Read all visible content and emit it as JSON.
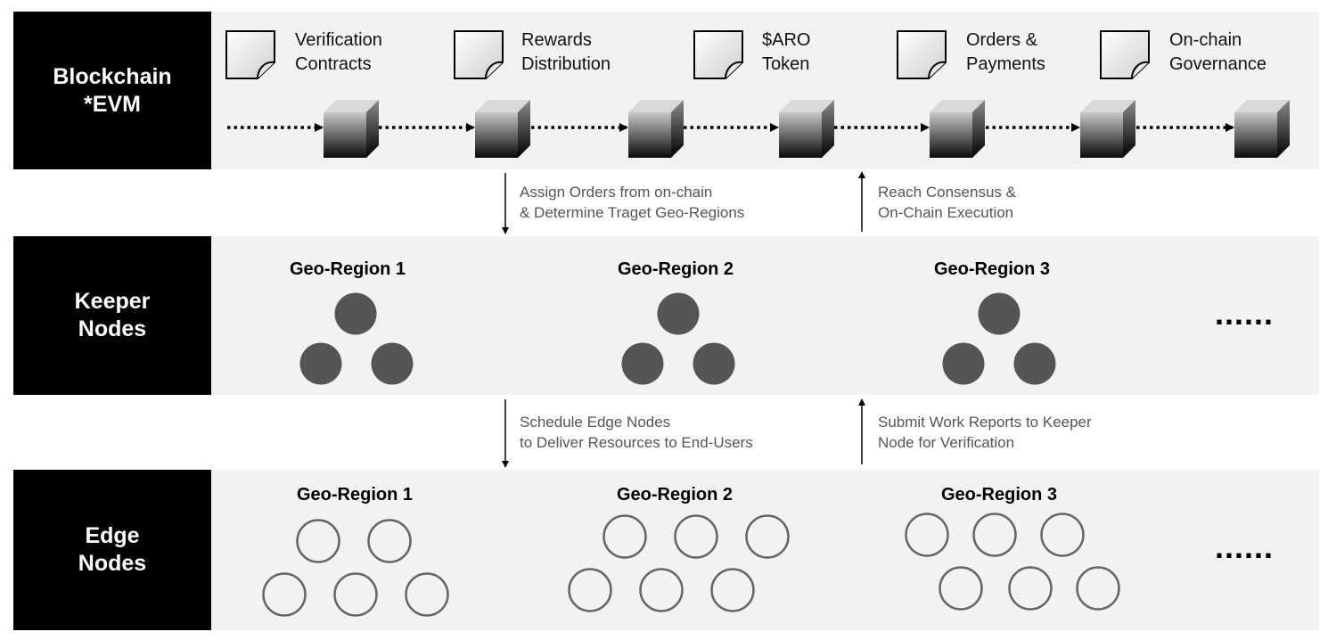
{
  "layers": {
    "blockchain": {
      "line1": "Blockchain",
      "line2": "*EVM"
    },
    "keeper": {
      "line1": "Keeper",
      "line2": "Nodes"
    },
    "edge": {
      "line1": "Edge",
      "line2": "Nodes"
    }
  },
  "contracts": [
    {
      "line1": "Verification",
      "line2": "Contracts",
      "icon": "document-icon"
    },
    {
      "line1": "Rewards",
      "line2": "Distribution",
      "icon": "document-icon"
    },
    {
      "line1": "$ARO",
      "line2": "Token",
      "icon": "document-icon"
    },
    {
      "line1": "Orders &",
      "line2": "Payments",
      "icon": "document-icon"
    },
    {
      "line1": "On-chain",
      "line2": "Governance",
      "icon": "document-icon"
    }
  ],
  "flows": {
    "assign": {
      "line1": "Assign Orders from on-chain",
      "line2": "& Determine Traget Geo-Regions"
    },
    "consensus": {
      "line1": "Reach Consensus &",
      "line2": "On-Chain Execution"
    },
    "schedule": {
      "line1": "Schedule Edge Nodes",
      "line2": "to Deliver Resources to End-Users"
    },
    "submit": {
      "line1": "Submit Work Reports to Keeper",
      "line2": "Node for Verification"
    }
  },
  "keeper_regions": [
    "Geo-Region 1",
    "Geo-Region 2",
    "Geo-Region 3"
  ],
  "edge_regions": [
    "Geo-Region 1",
    "Geo-Region 2",
    "Geo-Region 3"
  ],
  "more_symbol": "......",
  "colors": {
    "label_bg": "#000000",
    "band_bg": "#f2f2f2",
    "keeper_node": "#555555",
    "edge_node_stroke": "#666666",
    "flow_text": "#555555"
  }
}
